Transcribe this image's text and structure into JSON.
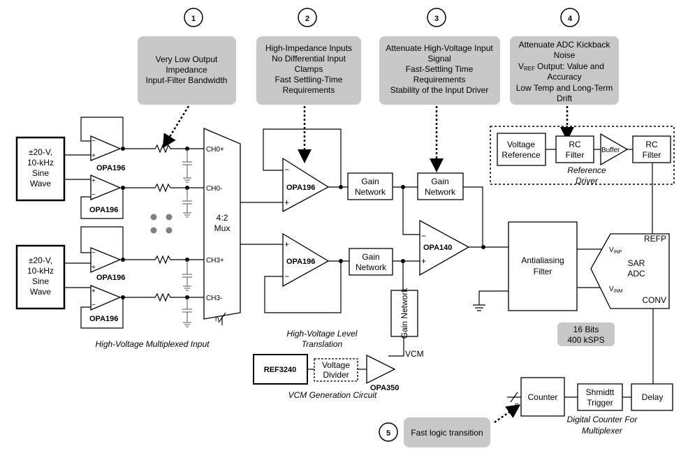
{
  "markers": [
    "1",
    "2",
    "3",
    "4",
    "5"
  ],
  "notes": {
    "n1": [
      "Very Low Output",
      "Impedance",
      "Input-Filter Bandwidth"
    ],
    "n2": [
      "High-Impedance Inputs",
      "No Differential Input",
      "Clamps",
      "Fast Settling-Time",
      "Requirements"
    ],
    "n3": [
      "Attenuate High-Voltage Input",
      "Signal",
      "Fast-Settling Time",
      "Requirements",
      "Stability of the Input Driver"
    ],
    "n4": [
      "Attenuate ADC Kickback",
      "Noise",
      "Output: Value and",
      "Accuracy",
      "Low Temp and Long-Term",
      "Drift"
    ],
    "n4_vref": "V",
    "n4_vref_sub": "REF",
    "n5": "Fast logic transition"
  },
  "sources": {
    "top": [
      "±20-V,",
      "10-kHz",
      "Sine",
      "Wave"
    ],
    "bottom": [
      "±20-V,",
      "10-kHz",
      "Sine",
      "Wave"
    ]
  },
  "amps": {
    "opa196": "OPA196",
    "opa140": "OPA140",
    "opa350": "OPA350"
  },
  "mux": {
    "ch0p": "CH0+",
    "ch0m": "CH0-",
    "ch3p": "CH3+",
    "ch3m": "CH3-",
    "label1": "4:2",
    "label2": "Mux",
    "n": "n"
  },
  "blocks": {
    "gain": [
      "Gain",
      "Network"
    ],
    "gain_vertical": "Gain Network",
    "voltage_reference": [
      "Voltage",
      "Reference"
    ],
    "rc_filter": [
      "RC",
      "Filter"
    ],
    "buffer": "Buffer",
    "antialiasing": [
      "Antialiasing",
      "Filter"
    ],
    "ref3240": "REF3240",
    "voltage_divider": [
      "Voltage",
      "Divider"
    ],
    "counter": "Counter",
    "shmidtt": [
      "Shmidtt",
      "Trigger"
    ],
    "delay": "Delay",
    "counter_n": "n"
  },
  "adc": {
    "refp": "REFP",
    "sar": "SAR",
    "adc": "ADC",
    "vinp": "V",
    "vinp_sub": "INP",
    "vinm": "V",
    "vinm_sub": "INM",
    "conv": "CONV",
    "spec": [
      "16 Bits",
      "400 kSPS"
    ]
  },
  "labels": {
    "reference_driver": [
      "Reference",
      "Driver"
    ],
    "hv_multiplexed": "High-Voltage Multiplexed Input",
    "hv_level": [
      "High-Voltage Level",
      "Translation"
    ],
    "vcm_circuit": "VCM  Generation Circuit",
    "vcm": "VCM",
    "digital_counter": [
      "Digital Counter For",
      "Multiplexer"
    ]
  }
}
